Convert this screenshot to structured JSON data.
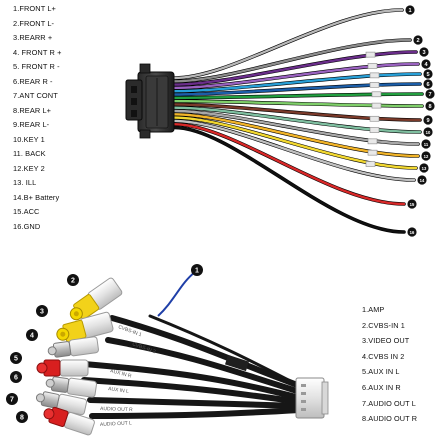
{
  "top_harness": {
    "pins": [
      "1.FRONT L+",
      "2.FRONT L-",
      "3.REARR +",
      "4. FRONT R +",
      "5. FRONT R -",
      "6.REAR R -",
      "7.ANT CONT",
      "8.REAR L+",
      "9.REAR L-",
      "10.KEY 1",
      "11. BACK",
      "12.KEY 2",
      "13. ILL",
      "14.B+ Battery",
      "15.ACC",
      "16.GND"
    ],
    "callouts": [
      "1",
      "2",
      "3",
      "4",
      "5",
      "6",
      "7",
      "8",
      "9",
      "10",
      "11",
      "12",
      "13",
      "14",
      "15",
      "16"
    ],
    "wire_colors": [
      "#b8b8b8",
      "#8c8c8c",
      "#6a2d8a",
      "#9a62c0",
      "#28a0d8",
      "#1c5ea8",
      "#22a040",
      "#7fcf6a",
      "#7a3a2a",
      "#7fbfa0",
      "#a8a8a8",
      "#f2b428",
      "#f2d830",
      "#c0c0c0",
      "#d82828",
      "#101010"
    ]
  },
  "bottom_harness": {
    "pins": [
      "1.AMP",
      "2.CVBS-IN 1",
      "3.VIDEO OUT",
      "4.CVBS IN 2",
      "5.AUX IN L",
      "6.AUX IN R",
      "7.AUDIO OUT L",
      "8.AUDIO OUT R"
    ],
    "callouts": [
      "1",
      "2",
      "3",
      "4",
      "5",
      "6",
      "7",
      "8"
    ],
    "plug_labels": [
      "CVBS-IN 1",
      "CVBS-IN 2",
      "AUX IN R",
      "AUX IN L",
      "AUDIO OUT R",
      "AUDIO OUT L"
    ],
    "wire_color_amp": "#1f3fa8"
  }
}
